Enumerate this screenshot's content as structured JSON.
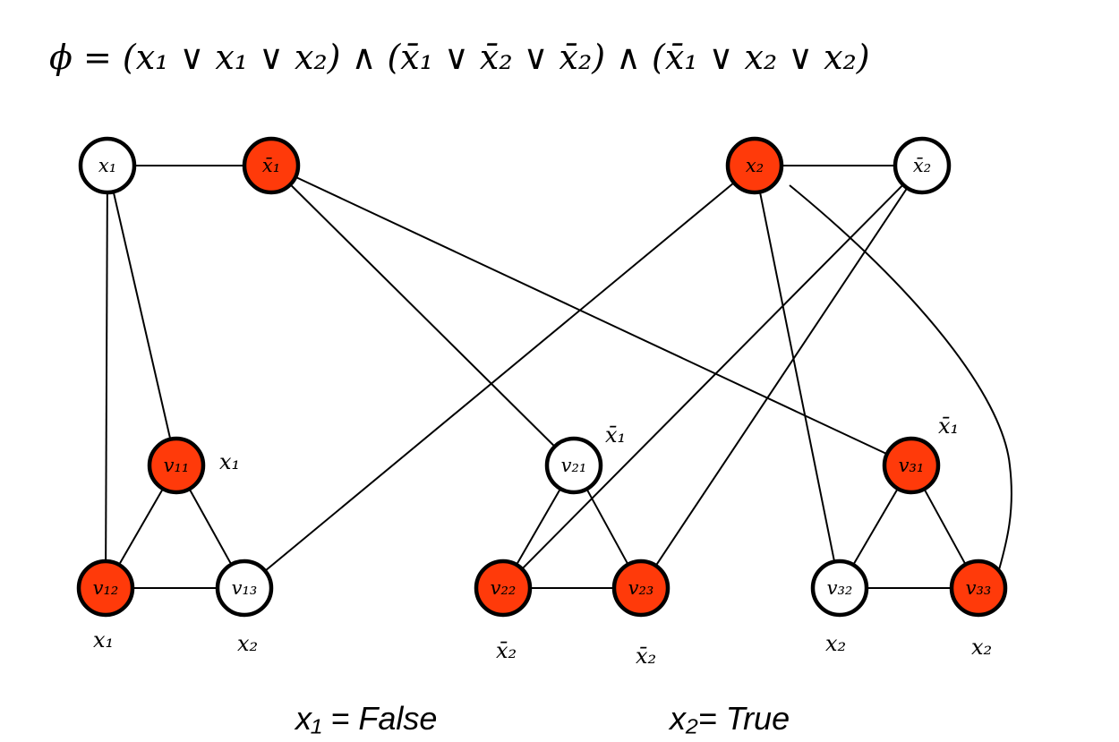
{
  "formula": "ϕ = (x₁ ∨ x₁ ∨ x₂) ∧ (x̄₁ ∨ x̄₂ ∨ x̄₂) ∧ (x̄₁ ∨ x₂ ∨ x₂)",
  "colors": {
    "selected": "#ff3a0a",
    "unselected": "#ffffff",
    "stroke": "#000000"
  },
  "nodes": {
    "x1": {
      "label": "x₁",
      "selected": false
    },
    "nx1": {
      "label": "x̄₁",
      "selected": true
    },
    "x2": {
      "label": "x₂",
      "selected": true
    },
    "nx2": {
      "label": "x̄₂",
      "selected": false
    },
    "v11": {
      "label": "v₁₁",
      "selected": true,
      "literal": "x₁"
    },
    "v12": {
      "label": "v₁₂",
      "selected": true,
      "literal": "x₁"
    },
    "v13": {
      "label": "v₁₃",
      "selected": false,
      "literal": "x₂"
    },
    "v21": {
      "label": "v₂₁",
      "selected": false,
      "literal": "x̄₁"
    },
    "v22": {
      "label": "v₂₂",
      "selected": true,
      "literal": "x̄₂"
    },
    "v23": {
      "label": "v₂₃",
      "selected": true,
      "literal": "x̄₂"
    },
    "v31": {
      "label": "v₃₁",
      "selected": true,
      "literal": "x̄₁"
    },
    "v32": {
      "label": "v₃₂",
      "selected": false,
      "literal": "x₂"
    },
    "v33": {
      "label": "v₃₃",
      "selected": true,
      "literal": "x₂"
    }
  },
  "edges": [
    [
      "x1",
      "nx1"
    ],
    [
      "x2",
      "nx2"
    ],
    [
      "x1",
      "v12"
    ],
    [
      "x1",
      "v11"
    ],
    [
      "nx1",
      "v21"
    ],
    [
      "nx1",
      "v31"
    ],
    [
      "x2",
      "v13"
    ],
    [
      "nx2",
      "v22"
    ],
    [
      "nx2",
      "v23"
    ],
    [
      "x2",
      "v32"
    ],
    [
      "x2",
      "v33"
    ],
    [
      "v11",
      "v12"
    ],
    [
      "v11",
      "v13"
    ],
    [
      "v12",
      "v13"
    ],
    [
      "v21",
      "v22"
    ],
    [
      "v21",
      "v23"
    ],
    [
      "v22",
      "v23"
    ],
    [
      "v31",
      "v32"
    ],
    [
      "v31",
      "v33"
    ],
    [
      "v32",
      "v33"
    ]
  ],
  "assignments": {
    "x1": "x₁ = False",
    "x2": "x₂= True"
  }
}
